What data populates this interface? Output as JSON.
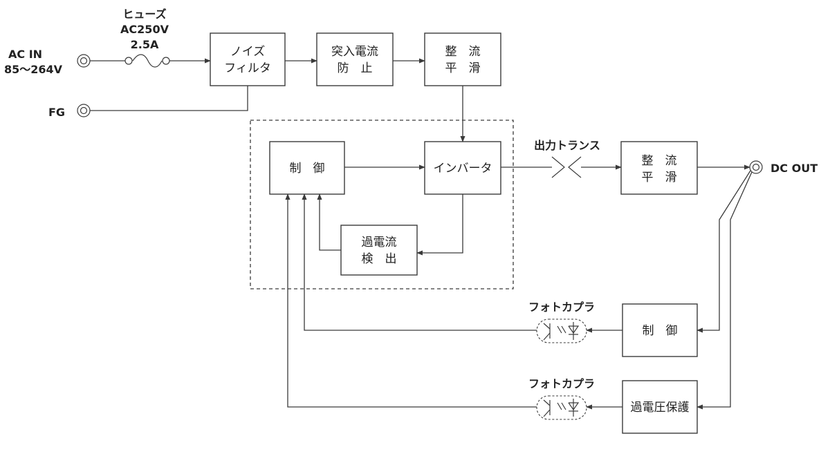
{
  "colors": {
    "line": "#3a3a3a",
    "text": "#222222",
    "background": "#ffffff"
  },
  "labels": {
    "ac_in": "AC IN",
    "ac_range": "85〜264V",
    "fg": "FG",
    "fuse": "ヒューズ",
    "fuse_voltage": "AC250V",
    "fuse_current": "2.5A",
    "transformer": "出力トランス",
    "dc_out": "DC OUT",
    "photocoupler_1": "フォトカプラ",
    "photocoupler_2": "フォトカプラ"
  },
  "blocks": {
    "noise_filter": [
      "ノイズ",
      "フィルタ"
    ],
    "inrush": [
      "突入電流",
      "防　止"
    ],
    "rectifier_primary": [
      "整　流",
      "平　滑"
    ],
    "control_primary": [
      "制　御"
    ],
    "inverter": [
      "インバータ"
    ],
    "overcurrent": [
      "過電流",
      "検　出"
    ],
    "rectifier_secondary": [
      "整　流",
      "平　滑"
    ],
    "control_secondary": [
      "制　御"
    ],
    "overvoltage": [
      "過電圧保護"
    ]
  }
}
